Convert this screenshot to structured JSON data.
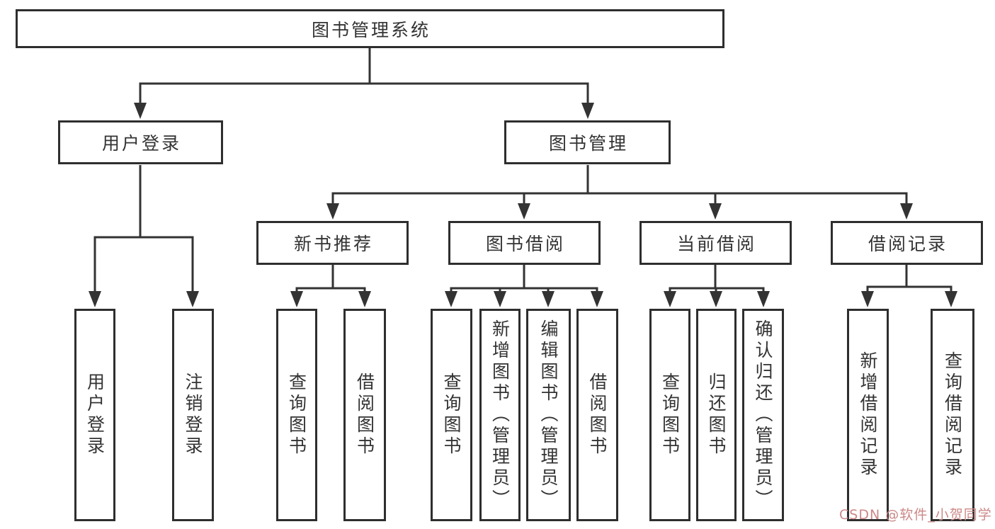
{
  "diagram_title": "图书管理系统",
  "tree": {
    "root": {
      "label": "图书管理系统"
    },
    "level2": [
      {
        "label": "用户登录"
      },
      {
        "label": "图书管理"
      }
    ],
    "level3": [
      {
        "label": "新书推荐"
      },
      {
        "label": "图书借阅"
      },
      {
        "label": "当前借阅"
      },
      {
        "label": "借阅记录"
      }
    ],
    "leaves": {
      "user_login": [
        {
          "label": "用户登录"
        },
        {
          "label": "注销登录"
        }
      ],
      "new_books": [
        {
          "label": "查询图书"
        },
        {
          "label": "借阅图书"
        }
      ],
      "book_borrow": [
        {
          "label": "查询图书"
        },
        {
          "label": "新增图书（管理员）"
        },
        {
          "label": "编辑图书（管理员）"
        },
        {
          "label": "借阅图书"
        }
      ],
      "current_borrow": [
        {
          "label": "查询图书"
        },
        {
          "label": "归还图书"
        },
        {
          "label": "确认归还（管理员）"
        }
      ],
      "borrow_records": [
        {
          "label": "新增借阅记录"
        },
        {
          "label": "查询借阅记录"
        }
      ]
    }
  },
  "watermark": {
    "text": "CSDN @软件_小贺同学",
    "color": "#CC8888"
  },
  "colors": {
    "line": "#333333",
    "border": "#2E2E2E",
    "text": "#333333",
    "background": "#FFFFFF"
  }
}
